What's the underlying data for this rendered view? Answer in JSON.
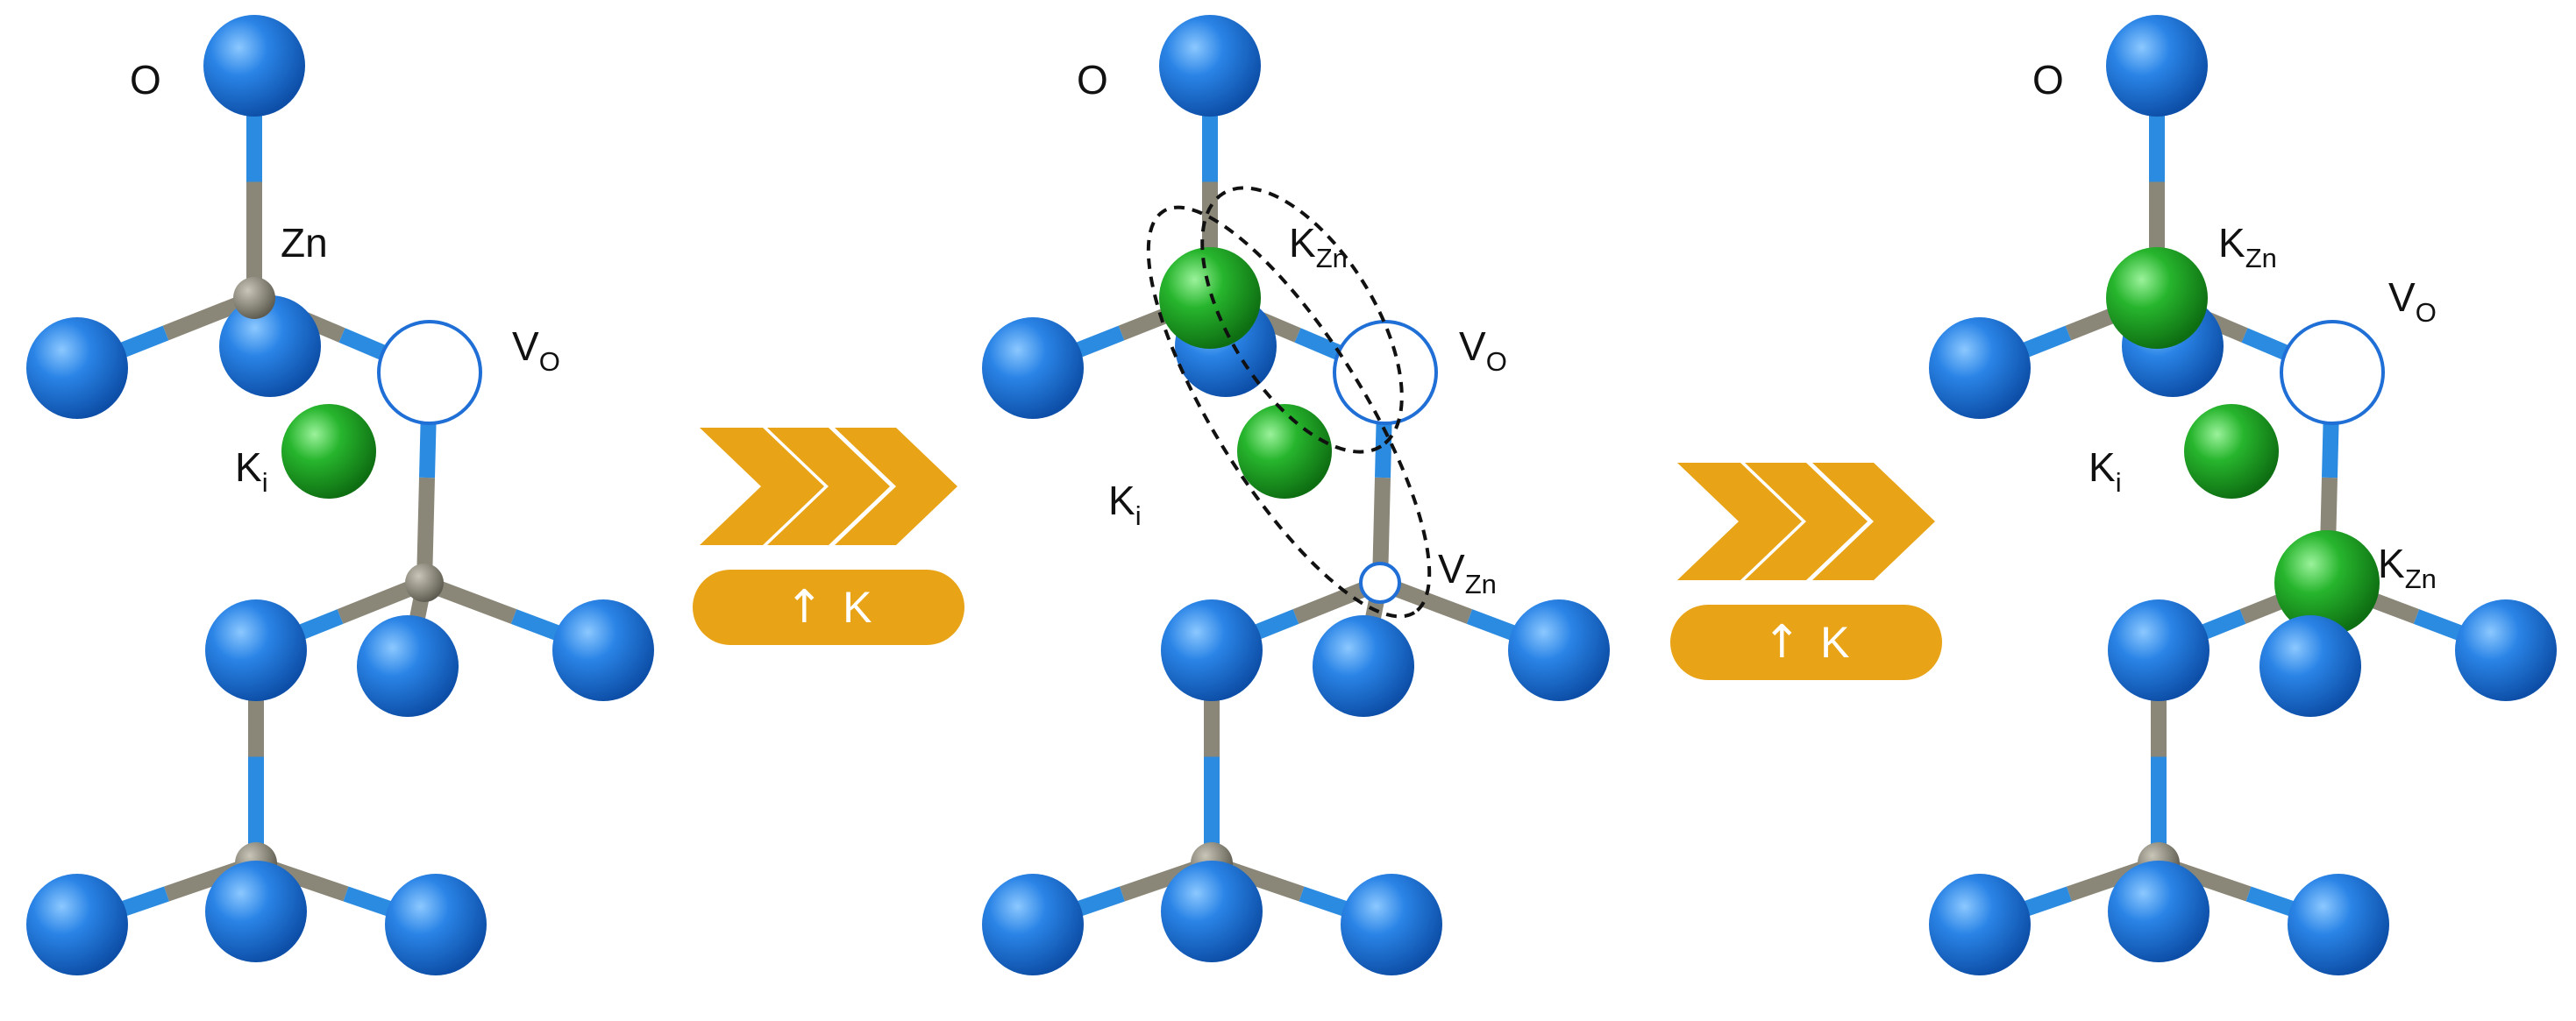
{
  "panels": [
    {
      "labels": {
        "o": "O",
        "zn": "Zn",
        "vo_main": "V",
        "vo_sub": "O",
        "ki_main": "K",
        "ki_sub": "i"
      }
    },
    {
      "labels": {
        "o": "O",
        "kzn_main": "K",
        "kzn_sub": "Zn",
        "vo_main": "V",
        "vo_sub": "O",
        "ki_main": "K",
        "ki_sub": "i",
        "vzn_main": "V",
        "vzn_sub": "Zn"
      }
    },
    {
      "labels": {
        "o": "O",
        "kzn_top_main": "K",
        "kzn_top_sub": "Zn",
        "vo_main": "V",
        "vo_sub": "O",
        "ki_main": "K",
        "ki_sub": "i",
        "kzn_bottom_main": "K",
        "kzn_bottom_sub": "Zn"
      }
    }
  ],
  "transitions": [
    {
      "arrow_symbol": "↑",
      "label": "K"
    },
    {
      "arrow_symbol": "↑",
      "label": "K"
    }
  ],
  "colors": {
    "oxygen": "#1F6FD6",
    "zinc": "#8A8778",
    "potassium": "#22B22A",
    "bond": "#2B8BE0",
    "vacancy_outline": "#1F6FD6",
    "arrow": "#E8A317"
  }
}
